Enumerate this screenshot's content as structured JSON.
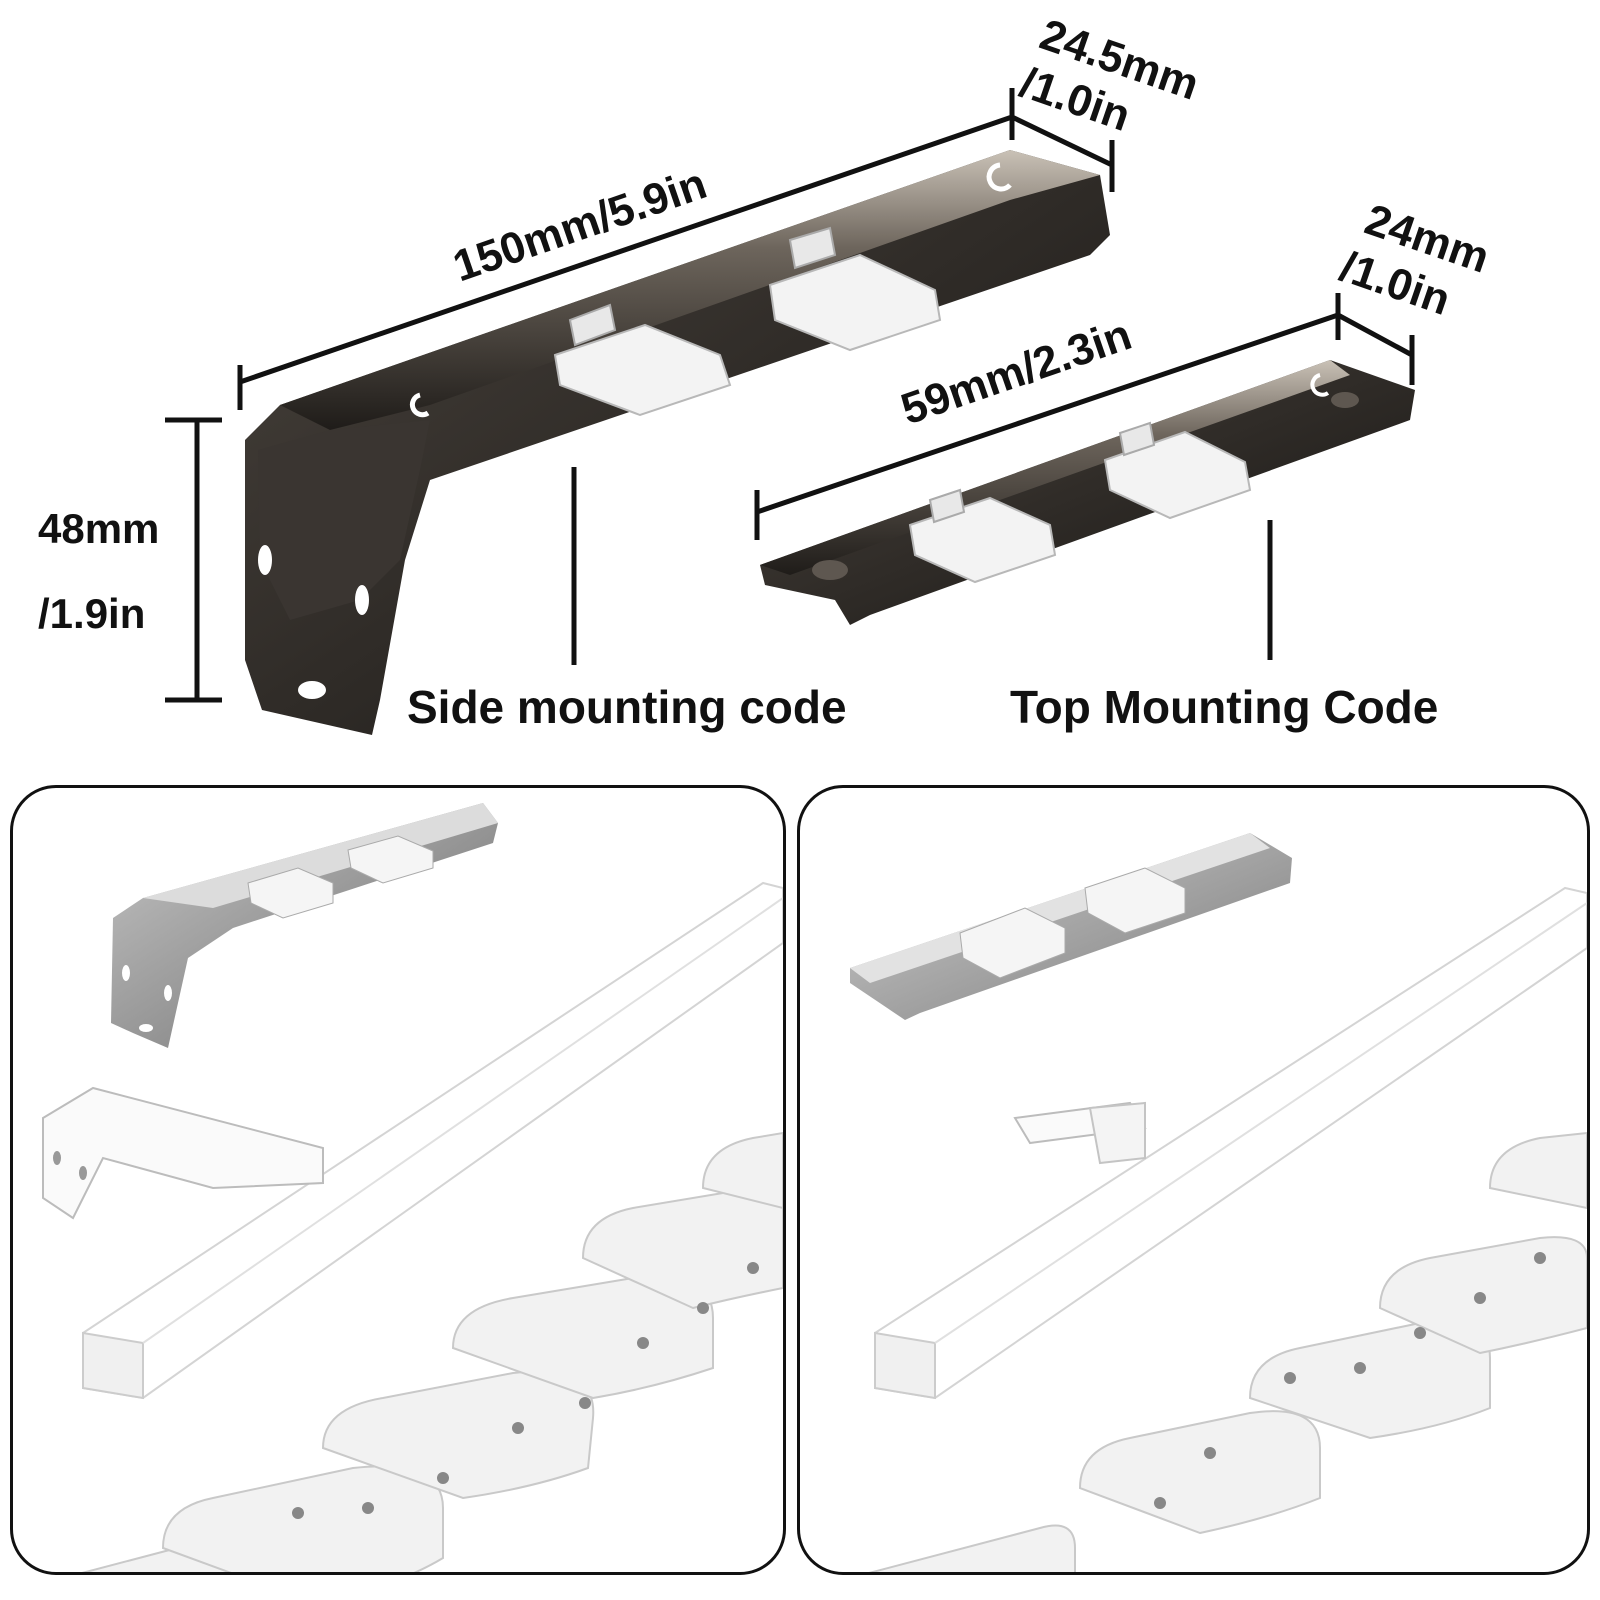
{
  "dimensions": {
    "side_length": "150mm/5.9in",
    "side_depth_line1": "24.5mm",
    "side_depth_line2": "/1.0in",
    "height_line1": "48mm",
    "height_line2": "/1.9in",
    "top_length": "59mm/2.3in",
    "top_depth_line1": "24mm",
    "top_depth_line2": "/1.0in"
  },
  "labels": {
    "side": "Side mounting code",
    "top": "Top Mounting Code"
  },
  "colors": {
    "bracket_metal": "#2e2a26",
    "bracket_highlight": "#cfc7bd",
    "clip_white": "#f4f4f4",
    "rail_white": "#fbfbfb",
    "panel_border": "#111111"
  }
}
